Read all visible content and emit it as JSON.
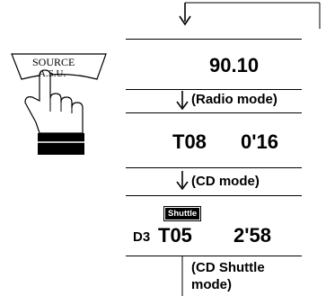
{
  "source_button": {
    "line1": "SOURCE",
    "line2": "A.S.U."
  },
  "displays": [
    {
      "main": "90.10"
    },
    {
      "track": "T08",
      "time": "0'16"
    },
    {
      "badge": "Shuttle",
      "disc": "D3",
      "track": "T05",
      "time": "2'58"
    }
  ],
  "modes": {
    "radio": "(Radio mode)",
    "cd": "(CD mode)",
    "cd_shuttle_line1": "(CD Shuttle",
    "cd_shuttle_line2": "mode)"
  }
}
